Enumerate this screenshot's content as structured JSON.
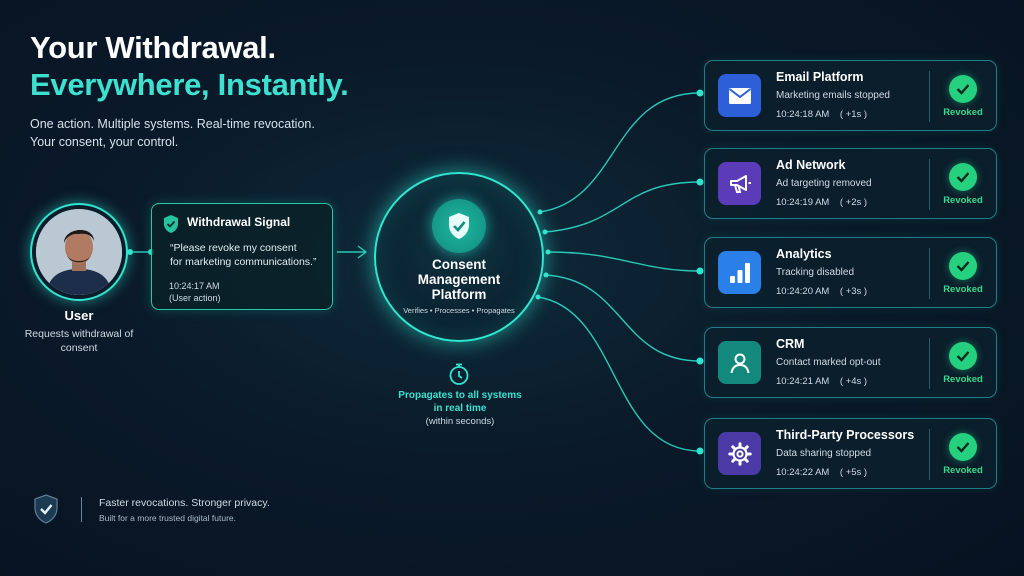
{
  "header": {
    "title_line1": "Your Withdrawal.",
    "title_line2": "Everywhere, Instantly.",
    "subtitle_line1": "One action. Multiple systems. Real-time revocation.",
    "subtitle_line2": "Your consent, your control."
  },
  "user": {
    "label": "User",
    "description": "Requests withdrawal of consent"
  },
  "signal": {
    "title": "Withdrawal Signal",
    "quote_line1": "“Please revoke my consent",
    "quote_line2": "for marketing communications.”",
    "time": "10:24:17 AM",
    "note": "(User action)"
  },
  "cmp": {
    "title_line1": "Consent",
    "title_line2": "Management",
    "title_line3": "Platform",
    "steps": "Verifies • Processes • Propagates",
    "propagate_line1": "Propagates to all systems",
    "propagate_line2": "in real time",
    "propagate_note": "(within seconds)"
  },
  "systems": [
    {
      "name": "Email Platform",
      "status": "Marketing emails stopped",
      "time": "10:24:18 AM    ( +1s )",
      "badge": "Revoked",
      "icon": "envelope-icon",
      "color": "#2d5fd8"
    },
    {
      "name": "Ad Network",
      "status": "Ad targeting removed",
      "time": "10:24:19 AM    ( +2s )",
      "badge": "Revoked",
      "icon": "megaphone-icon",
      "color": "#5b3bb8"
    },
    {
      "name": "Analytics",
      "status": "Tracking disabled",
      "time": "10:24:20 AM    ( +3s )",
      "badge": "Revoked",
      "icon": "bar-chart-icon",
      "color": "#2b7fe8"
    },
    {
      "name": "CRM",
      "status": "Contact marked opt-out",
      "time": "10:24:21 AM    ( +4s )",
      "badge": "Revoked",
      "icon": "person-icon",
      "color": "#13897d"
    },
    {
      "name": "Third-Party Processors",
      "status": "Data sharing stopped",
      "time": "10:24:22 AM    ( +5s )",
      "badge": "Revoked",
      "icon": "gear-icon",
      "color": "#4b3aa6"
    }
  ],
  "footer": {
    "line1": "Faster revocations. Stronger privacy.",
    "line2": "Built for a more trusted digital future."
  },
  "colors": {
    "accent": "#2fe6cf",
    "success": "#25d07f",
    "background": "#0a1a2a"
  }
}
